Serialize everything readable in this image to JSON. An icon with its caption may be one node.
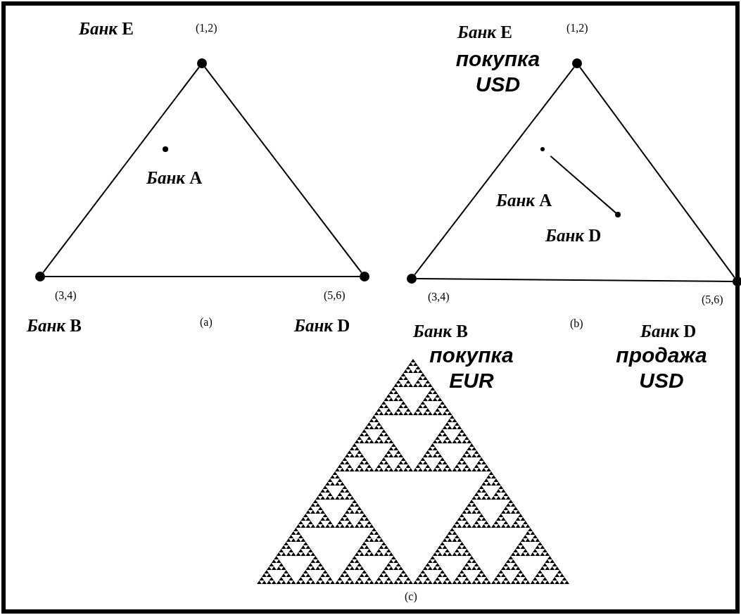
{
  "diagram": {
    "nodes": [
      {
        "text": [
          "*Банк* E"
        ],
        "beside": [
          "(1,2)"
        ]
      },
      {
        "text": [
          "*Банк* B"
        ],
        "beside": [
          "(3,4)"
        ]
      },
      {
        "text": [
          "*Банк* D"
        ],
        "beside": [
          "(5,6)"
        ]
      },
      {
        "text": [
          "*Банк* A"
        ]
      },
      {
        "text": [
          "*Банк* E",
          "покупка USD"
        ],
        "beside": [
          "(1,2)"
        ]
      },
      {
        "text": [
          "*Банк* B",
          "покупка EUR"
        ],
        "beside": [
          "(3,4)"
        ]
      },
      {
        "text": [
          "*Банк* D",
          "продажа USD"
        ],
        "beside": [
          "(5,6)"
        ]
      },
      {
        "text": [
          "*Банк* A"
        ]
      },
      {
        "text": [
          "*Банк* D"
        ]
      }
    ],
    "edges": [
      {
        "from": 0,
        "to": 1,
        "arrow": "none"
      },
      {
        "from": 1,
        "to": 2,
        "arrow": "none"
      },
      {
        "from": 2,
        "to": 0,
        "arrow": "none"
      },
      {
        "from": 4,
        "to": 5,
        "arrow": "none"
      },
      {
        "from": 5,
        "to": 6,
        "arrow": "none"
      },
      {
        "from": 6,
        "to": 4,
        "arrow": "none"
      },
      {
        "from": 7,
        "to": 8,
        "arrow": "none"
      }
    ],
    "labels": [
      "(a)",
      "(b)",
      "(c)"
    ]
  }
}
